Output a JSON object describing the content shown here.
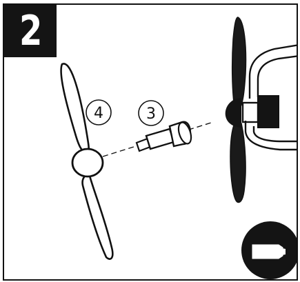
{
  "step": {
    "number": "2"
  },
  "callouts": [
    {
      "label": "4",
      "meaning": "propeller"
    },
    {
      "label": "3",
      "meaning": "screw"
    }
  ],
  "colors": {
    "ink": "#141414",
    "paper": "#ffffff"
  },
  "icons": {
    "step_badge": "step-badge",
    "part_icon": "cylinder-part-icon"
  }
}
